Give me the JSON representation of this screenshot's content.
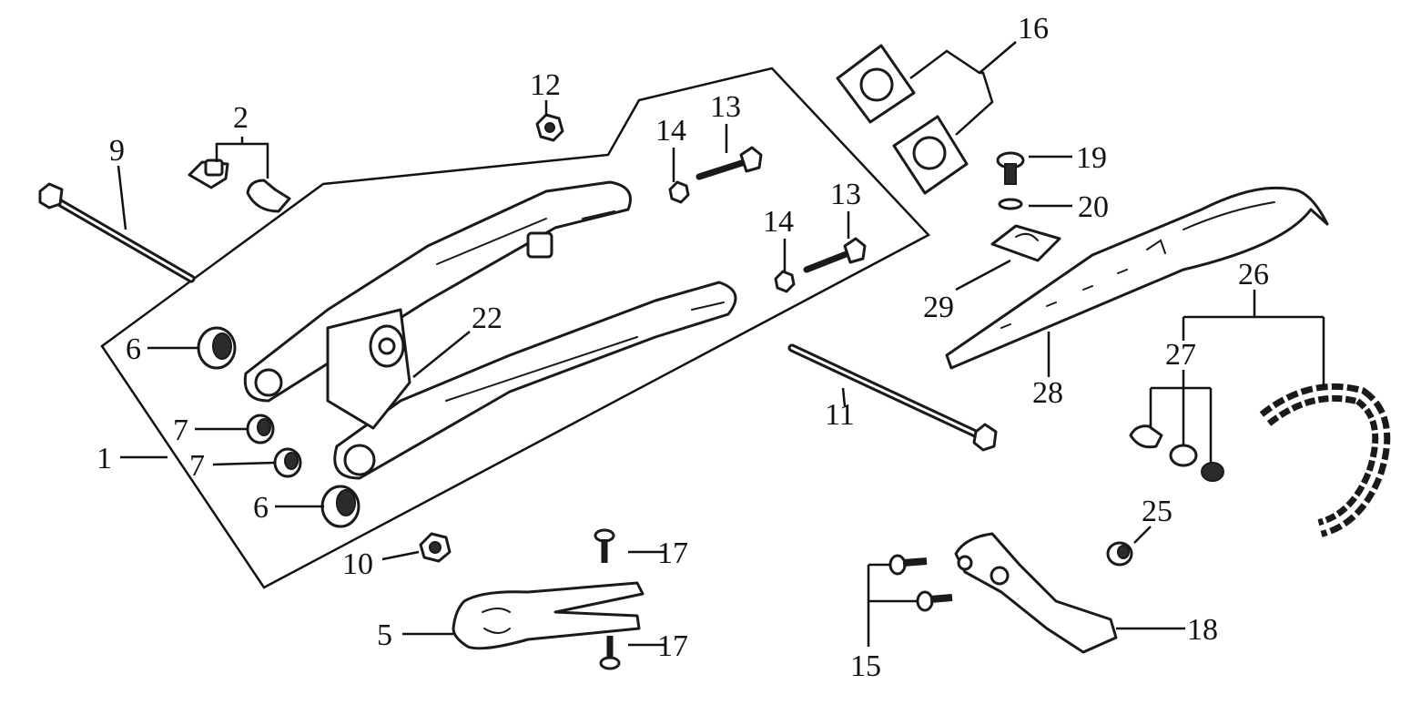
{
  "colors": {
    "ink": "#111111",
    "background": "#ffffff"
  },
  "callouts": {
    "c1": "1",
    "c2": "2",
    "c5": "5",
    "c6a": "6",
    "c6b": "6",
    "c7a": "7",
    "c7b": "7",
    "c9": "9",
    "c10": "10",
    "c11": "11",
    "c12": "12",
    "c13a": "13",
    "c13b": "13",
    "c14a": "14",
    "c14b": "14",
    "c15": "15",
    "c16": "16",
    "c17a": "17",
    "c17b": "17",
    "c18": "18",
    "c19": "19",
    "c20": "20",
    "c22": "22",
    "c25": "25",
    "c26": "26",
    "c27": "27",
    "c28": "28",
    "c29": "29"
  }
}
